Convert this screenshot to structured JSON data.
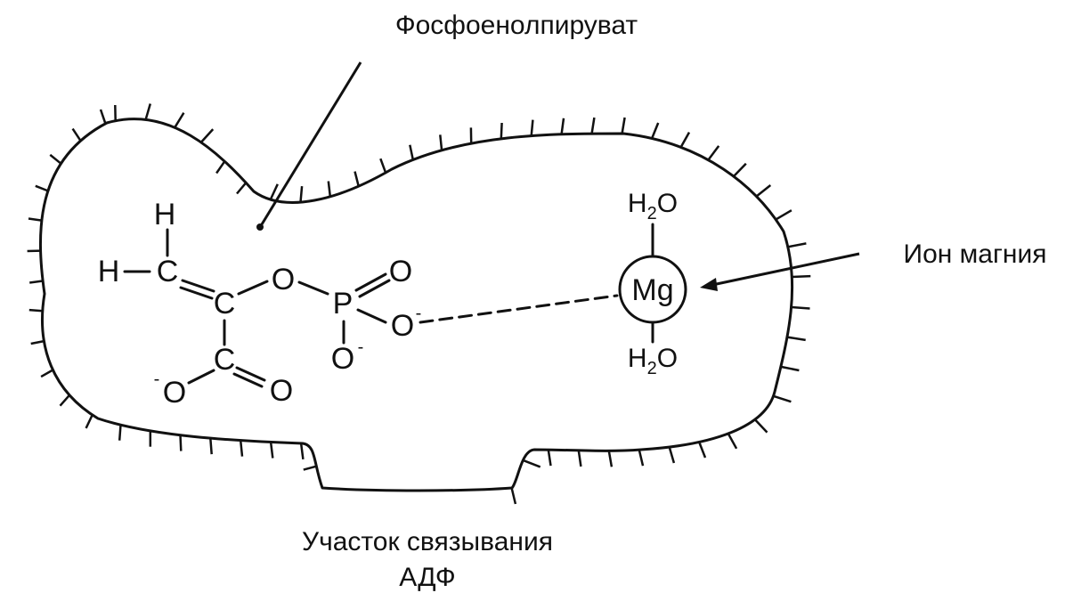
{
  "labels": {
    "pep": "Фосфоенолпируват",
    "mg_ion": "Ион магния",
    "adp_site_line1": "Участок связывания",
    "adp_site_line2": "АДФ"
  },
  "atoms": {
    "h_top": "H",
    "h_left": "H",
    "c1": "C",
    "c2": "C",
    "c3": "C",
    "o_bridge": "O",
    "p": "P",
    "o_double_p": "O",
    "o_minus_right": "O",
    "o_minus_bottom": "O",
    "o_carboxyl_minus": "O",
    "o_carboxyl_double": "O",
    "mg": "Mg",
    "water_top": "H",
    "water_top_sub": "2",
    "water_top_o": "O",
    "water_bottom": "H",
    "water_bottom_sub": "2",
    "water_bottom_o": "O",
    "minus": "-"
  },
  "colors": {
    "ink": "#111111",
    "background": "#ffffff"
  }
}
